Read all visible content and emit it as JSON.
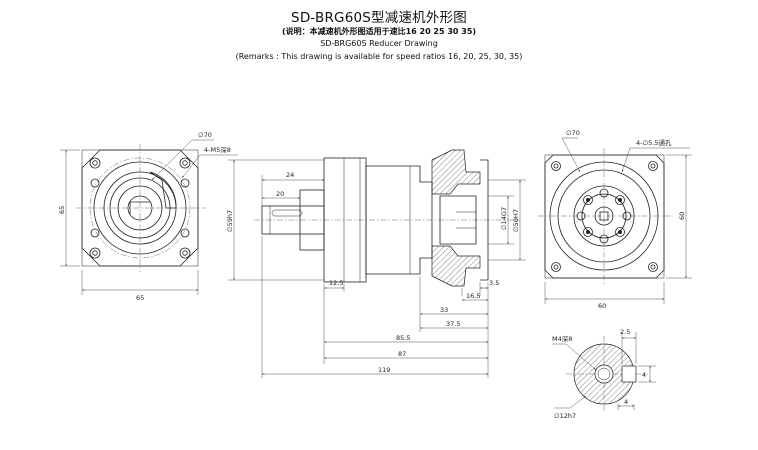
{
  "header": {
    "title": "SD-BRG60S型减速机外形图",
    "note_cn": "(说明：本减速机外形图适用于速比16 20 25 30 35)",
    "title_en": "SD-BRG60S Reducer Drawing",
    "note_en": "(Remarks : This drawing is available for speed ratios 16, 20, 25, 30, 35)"
  },
  "front_view": {
    "pcd": "∅70",
    "holes": "4-M5深8",
    "width": "65",
    "height": "65"
  },
  "side_view": {
    "shaft_length": "24",
    "key_length": "20",
    "shaft_dia": "∅59h7",
    "bore_1": "∅14G7",
    "bore_2": "∅50H7",
    "d_12_5": "12.5",
    "d_3_5": "3.5",
    "d_16_5": "16.5",
    "d_33": "33",
    "d_37_5": "37.5",
    "d_85_5": "85.5",
    "d_87": "87",
    "d_119": "119"
  },
  "rear_view": {
    "pcd": "∅70",
    "holes": "4-∅5.5通孔",
    "width": "60",
    "height": "60"
  },
  "shaft_detail": {
    "thread": "M4深8",
    "width": "2.5",
    "height": "4",
    "dia": "∅12h7",
    "key": "4"
  }
}
